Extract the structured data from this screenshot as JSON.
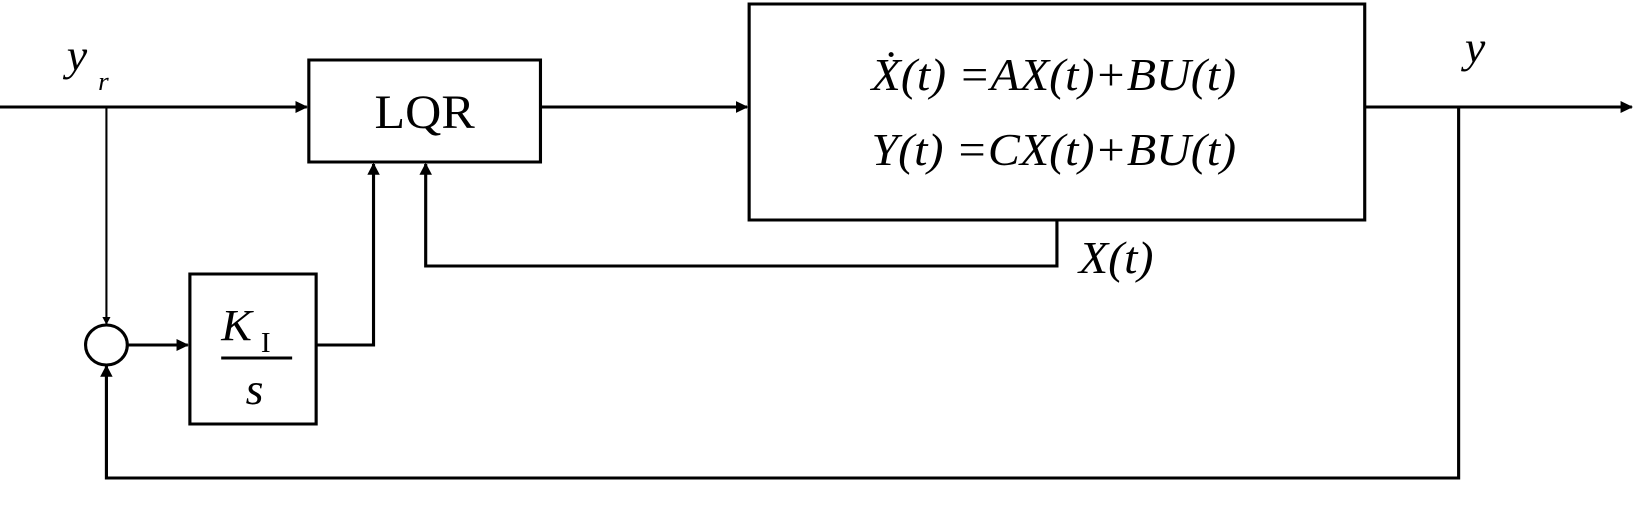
{
  "signals": {
    "reference": "y",
    "reference_sub": "r",
    "output": "y",
    "state": "X(t)"
  },
  "blocks": {
    "controller": "LQR",
    "integrator_num": "K",
    "integrator_num_sub": "I",
    "integrator_den": "s",
    "plant_eq1": "Ẋ(t) =AX(t)+BU(t)",
    "plant_eq2": "Y(t) =CX(t)+BU(t)"
  }
}
